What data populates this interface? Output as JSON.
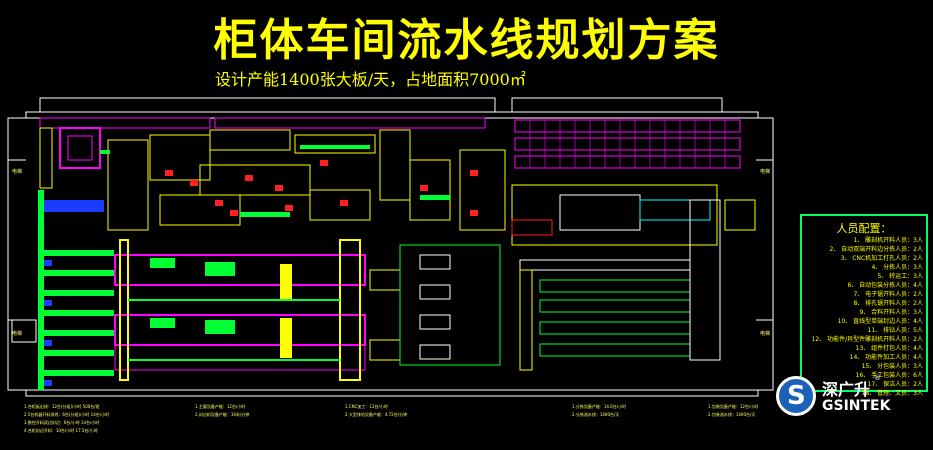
{
  "title": "柜体车间流水线规划方案",
  "subtitle": "设计产能1400张大板/天，占地面积7000㎡",
  "staff": {
    "title": "人员配置：",
    "rows": [
      "1、 雕刻机开料人员：3人",
      "2、 自动双端开料边分拣人员：2人",
      "3、 CNC机加工打孔人员：2人",
      "4、 分拣人员：3人",
      "5、 转运工：3人",
      "6、 自动包装分拣人员：4人",
      "7、 电子锯开料人员：2人",
      "8、 排孔锯开料人员：2人",
      "9、 合料开料人员：3人",
      "10、 直线型单端封边人员：4人",
      "11、 排钻人员：5人",
      "12、 功能件/异型件雕刻机开料人员：2人",
      "13、 组件打包人员：4人",
      "14、 功能件加工人员：4人",
      "15、 分包装人员：3人",
      "16、 手工包装人员：6人",
      "17、 保洁人员：2人",
      "18、 管理、文员：3人"
    ]
  },
  "logo": {
    "mark": "S",
    "name_cn": "深广升",
    "registered": "®",
    "name_en": "GSINTEK"
  },
  "labels": {
    "left_a": "电梯",
    "left_b": "电梯",
    "right_a": "电梯",
    "right_b": "电梯"
  },
  "notes": {
    "n1": "1.合柜板出线：12台(分组)/小时 500台/班",
    "n2": "2.5台机器开料排线：6台(分组)/小时 14台/小时",
    "n3": "3.数控开料双边封边：6台/小时 14台/小时",
    "n4": "4.合柜封边开料：10台/小时 17.5台/小时",
    "n5": "1.主要设备产能：12台/小时",
    "n6": "2.封边机设备产能：16米/分钟",
    "n7": "1.CNC加工：12台/小时",
    "n8": "2.大型排钻设备产能：4.72台/分钟",
    "n9": "1.分拣设备产能：14.6台/小时",
    "n10": "2.分拣流水线：1400台/天",
    "n11": "1.包装设备产能：12台/小时",
    "n12": "2.包装流水线：1400台/天"
  },
  "colors": {
    "wall": "#ffffff",
    "line_green": "#00ff33",
    "line_yellow": "#ffff00",
    "line_magenta": "#ff00ff",
    "line_red": "#ff2020",
    "line_cyan": "#00ffff",
    "line_blue": "#1a3cff"
  }
}
